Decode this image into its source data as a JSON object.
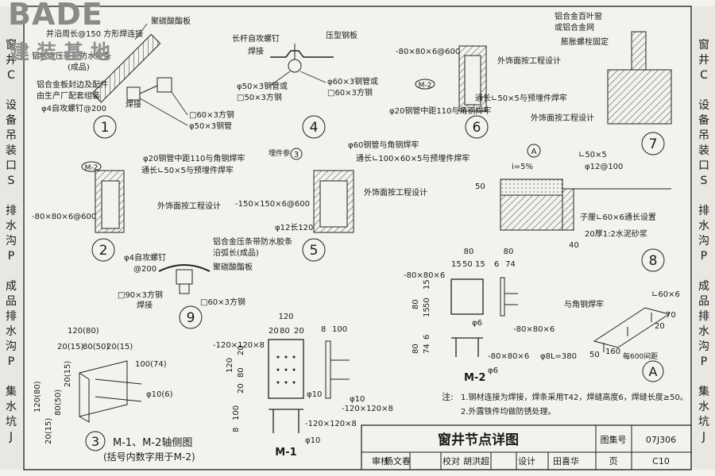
{
  "watermark": {
    "brand": "BADE",
    "subtitle": "建装基地"
  },
  "side_left": {
    "text": "窗\n井\nC\n\n设\n备\n吊\n装\n口\nS\n\n排\n水\n沟\nP\n\n成\n品\n排\n水\n沟\nP\n\n集\n水\n坑\nJ"
  },
  "side_right": {
    "text": "窗\n井\nC\n\n设\n备\n吊\n装\n口\nS\n\n排\n水\n沟\nP\n\n成\n品\n排\n水\n沟\nP\n\n集\n水\n坑\nJ"
  },
  "details": {
    "d1": {
      "num": "1",
      "labels": [
        "聚碳酸酯板",
        "并沿周长@150 方形焊连接",
        "铝合金压条带防水胶条",
        "(成品)",
        "铝合金板封边及配件",
        "由生产厂配套组装",
        "φ4自攻螺钉@200",
        "焊接",
        "□60×3方钢",
        "φ50×3钢管"
      ]
    },
    "d2": {
      "num": "2",
      "labels": [
        "φ20钢管中距110与角钢焊牢",
        "通长∟50×5与预埋件焊牢",
        "外饰面按工程设计",
        "-80×80×6@600"
      ],
      "tag": "M-2"
    },
    "d3": {
      "num": "3",
      "title": "M-1、M-2轴侧图",
      "note": "(括号内数字用于M-2)",
      "dims": [
        "120(80)",
        "20(15)",
        "80(50)",
        "20(15)",
        "100(74)",
        "φ10(6)",
        "120(80)",
        "20(15)",
        "80(50)",
        "20(15)"
      ]
    },
    "d4": {
      "num": "4",
      "labels": [
        "长杆自攻螺钉",
        "焊接",
        "压型钢板",
        "φ50×3钢管或",
        "□50×3方钢",
        "φ60×3钢管或",
        "□60×3方钢"
      ]
    },
    "d5": {
      "num": "5",
      "labels": [
        "埋件参",
        "φ60钢管与角钢焊牢",
        "通长∟100×60×5与预埋件焊牢",
        "外饰面按工程设计",
        "-150×150×6@600",
        "φ12长120"
      ],
      "ref": "3"
    },
    "d6": {
      "num": "6",
      "labels": [
        "-80×80×6@600",
        "外饰面按工程设计",
        "通长∟50×5与预埋件焊牢",
        "φ20钢管中距110与角钢焊牢"
      ],
      "tag": "M-2"
    },
    "d7": {
      "num": "7",
      "labels": [
        "铝合金百叶窗",
        "或铝合金网",
        "膨胀螺栓固定",
        "外饰面按工程设计"
      ]
    },
    "d8": {
      "num": "8",
      "labels": [
        "∟50×5",
        "φ12@100",
        "i=5%",
        "50",
        "子厘∟60×6通长设置",
        "20厚1:2水泥砂浆",
        "40"
      ],
      "ref": "A"
    },
    "d9": {
      "num": "9",
      "labels": [
        "铝合金压条带防水胶条",
        "沿弧长(成品)",
        "φ4自攻螺钉",
        "@200",
        "聚碳酸酯板",
        "□90×3方钢",
        "焊接",
        "□60×3方钢"
      ]
    },
    "dA": {
      "num": "A",
      "labels": [
        "与角钢焊牢",
        "∟60×6",
        "φ8L=380",
        "50",
        "160",
        "每600间距",
        "20",
        "70"
      ]
    },
    "m1": {
      "title": "M-1",
      "dims": [
        "120",
        "20",
        "80",
        "20",
        "8",
        "100",
        "120",
        "20",
        "80",
        "20",
        "100",
        "8"
      ],
      "labels": [
        "-120×120×8",
        "φ10",
        "φ10",
        "-120×120×8",
        "-120×120×8",
        "φ10"
      ]
    },
    "m2": {
      "title": "M-2",
      "dims": [
        "80",
        "80",
        "15",
        "50",
        "15",
        "6",
        "74",
        "80",
        "15",
        "50",
        "15",
        "80",
        "74",
        "6"
      ],
      "labels": [
        "-80×80×6",
        "φ6",
        "-80×80×6",
        "-80×80×6",
        "φ6"
      ]
    }
  },
  "notes": {
    "prefix": "注:",
    "items": [
      "1.钢材连接为焊接，焊条采用T42，焊缝高度6，焊缝长度≥50。",
      "2.外露铁件均做防锈处理。"
    ]
  },
  "title_block": {
    "title": "窗井节点详图",
    "atlas_label": "图集号",
    "atlas_no": "07J306",
    "review_label": "审核",
    "reviewer": "杨文春",
    "check_label": "校对",
    "checker": "胡洪超",
    "design_label": "设计",
    "designer": "田喜华",
    "page_label": "页",
    "page_no": "C10"
  }
}
